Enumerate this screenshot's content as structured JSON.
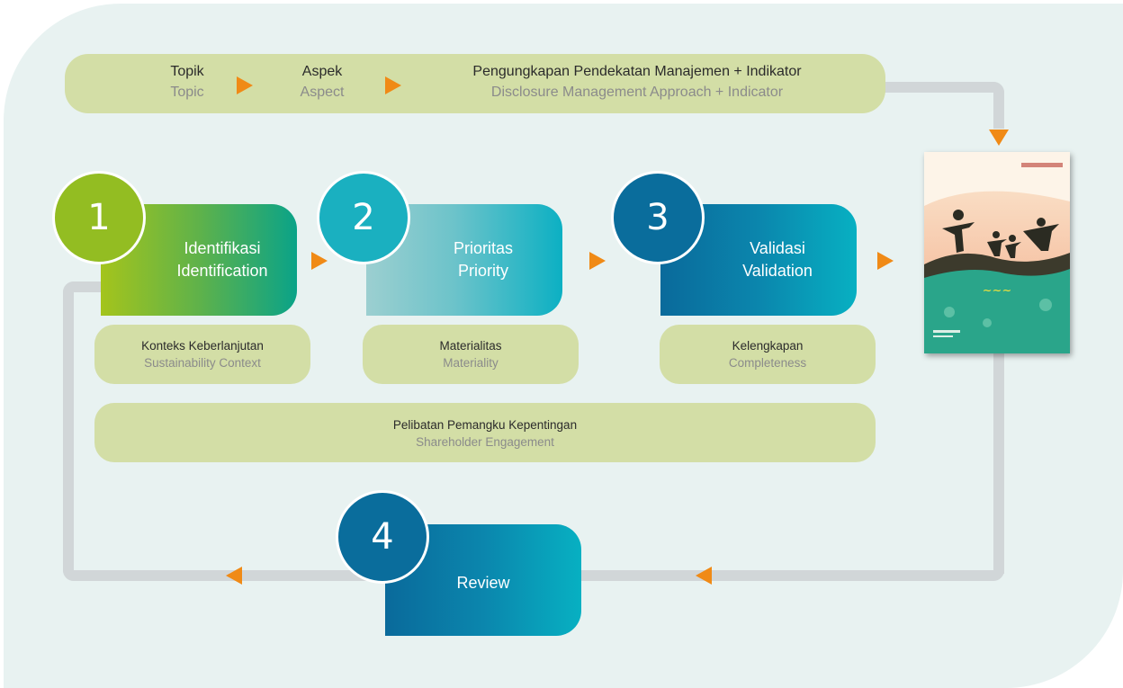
{
  "top_bar": {
    "topic_id": "Topik",
    "topic_en": "Topic",
    "aspect_id": "Aspek",
    "aspect_en": "Aspect",
    "disclosure_id": "Pengungkapan Pendekatan Manajemen + Indikator",
    "disclosure_en": "Disclosure Management Approach + Indicator"
  },
  "steps": [
    {
      "number": "1",
      "label_id": "Identifikasi",
      "label_en": "Identification",
      "sub_id": "Konteks Keberlanjutan",
      "sub_en": "Sustainability Context"
    },
    {
      "number": "2",
      "label_id": "Prioritas",
      "label_en": "Priority",
      "sub_id": "Materialitas",
      "sub_en": "Materiality"
    },
    {
      "number": "3",
      "label_id": "Validasi",
      "label_en": "Validation",
      "sub_id": "Kelengkapan",
      "sub_en": "Completeness"
    },
    {
      "number": "4",
      "label_en": "Review"
    }
  ],
  "engagement": {
    "label_id": "Pelibatan Pemangku Kepentingan",
    "label_en": "Shareholder Engagement"
  },
  "colors": {
    "orange_arrow": "#f08a16",
    "pill_fill": "#d3dea6",
    "step1": "#93bd22",
    "step2": "#1ab0c0",
    "step3": "#0a6d9c",
    "step4": "#0a6d9c",
    "loop_line": "#d1d6d8"
  },
  "report_cover": {
    "icons": [
      "report-cover-image"
    ]
  }
}
